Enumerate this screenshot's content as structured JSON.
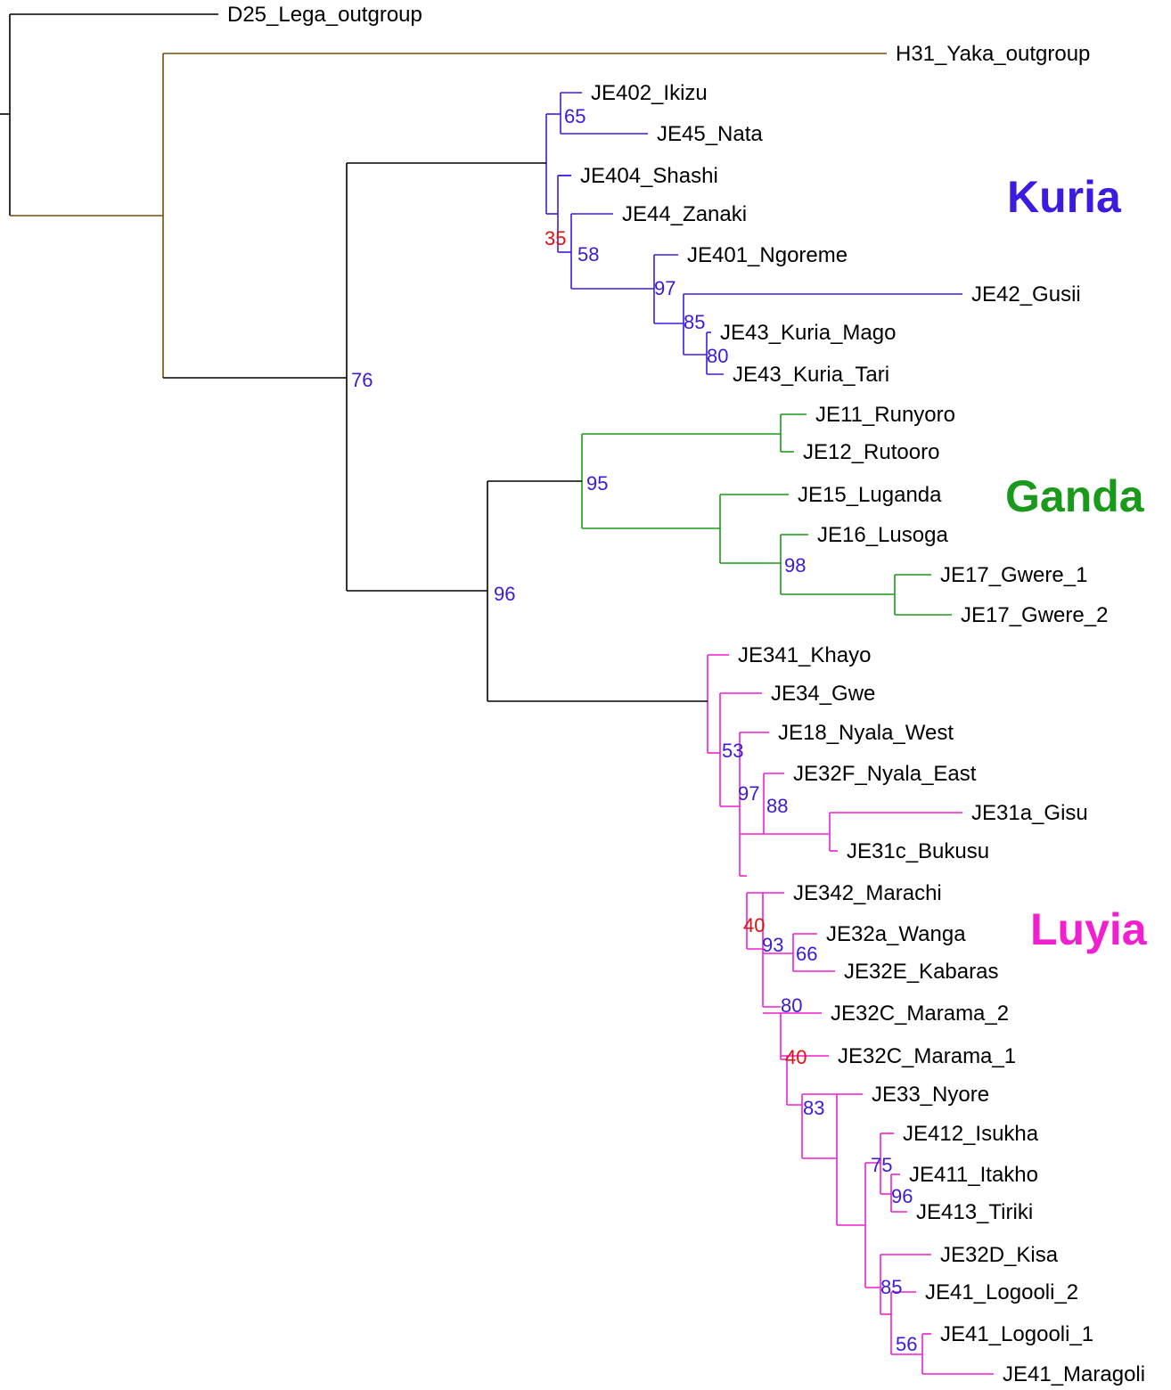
{
  "colors": {
    "outgroup": "#000000",
    "yaka": "#7a4a10",
    "kuria": "#3a1ce0",
    "ganda": "#1a9a1a",
    "luyia": "#f01fd0",
    "support_high": "#3a1cd8",
    "support_low": "#e01010"
  },
  "clade_labels": {
    "kuria": "Kuria",
    "ganda": "Ganda",
    "luyia": "Luyia"
  },
  "leaves": [
    "D25_Lega_outgroup",
    "H31_Yaka_outgroup",
    "JE402_Ikizu",
    "JE45_Nata",
    "JE404_Shashi",
    "JE44_Zanaki",
    "JE401_Ngoreme",
    "JE42_Gusii",
    "JE43_Kuria_Mago",
    "JE43_Kuria_Tari",
    "JE11_Runyoro",
    "JE12_Rutooro",
    "JE15_Luganda",
    "JE16_Lusoga",
    "JE17_Gwere_1",
    "JE17_Gwere_2",
    "JE341_Khayo",
    "JE34_Gwe",
    "JE18_Nyala_West",
    "JE32F_Nyala_East",
    "JE31a_Gisu",
    "JE31c_Bukusu",
    "JE342_Marachi",
    "JE32a_Wanga",
    "JE32E_Kabaras",
    "JE32C_Marama_2",
    "JE32C_Marama_1",
    "JE33_Nyore",
    "JE412_Isukha",
    "JE411_Itakho",
    "JE413_Tiriki",
    "JE32D_Kisa",
    "JE41_Logooli_2",
    "JE41_Logooli_1",
    "JE41_Maragoli"
  ],
  "support_values": [
    {
      "value": "65",
      "level": "high"
    },
    {
      "value": "35",
      "level": "low"
    },
    {
      "value": "58",
      "level": "high"
    },
    {
      "value": "97",
      "level": "high"
    },
    {
      "value": "85",
      "level": "high"
    },
    {
      "value": "80",
      "level": "high"
    },
    {
      "value": "76",
      "level": "high"
    },
    {
      "value": "95",
      "level": "high"
    },
    {
      "value": "98",
      "level": "high"
    },
    {
      "value": "96",
      "level": "high"
    },
    {
      "value": "53",
      "level": "high"
    },
    {
      "value": "97",
      "level": "high"
    },
    {
      "value": "88",
      "level": "high"
    },
    {
      "value": "40",
      "level": "low"
    },
    {
      "value": "93",
      "level": "high"
    },
    {
      "value": "66",
      "level": "high"
    },
    {
      "value": "80",
      "level": "high"
    },
    {
      "value": "40",
      "level": "low"
    },
    {
      "value": "83",
      "level": "high"
    },
    {
      "value": "75",
      "level": "high"
    },
    {
      "value": "96",
      "level": "high"
    },
    {
      "value": "85",
      "level": "high"
    },
    {
      "value": "56",
      "level": "high"
    }
  ]
}
